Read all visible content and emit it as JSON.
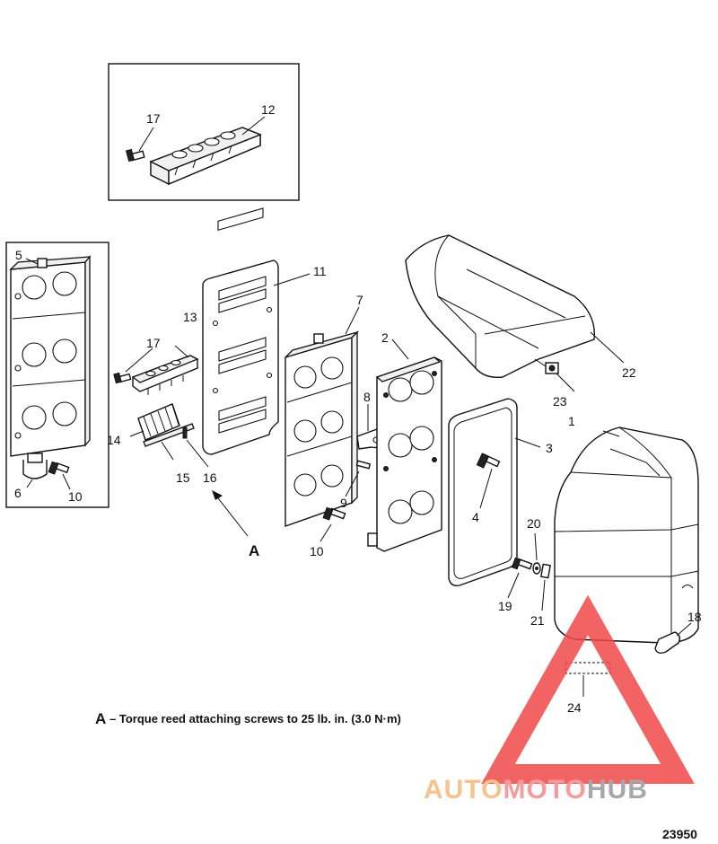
{
  "callouts": {
    "c1": "1",
    "c2": "2",
    "c3": "3",
    "c4": "4",
    "c5": "5",
    "c6": "6",
    "c7": "7",
    "c8": "8",
    "c9": "9",
    "c10a": "10",
    "c10b": "10",
    "c11": "11",
    "c12": "12",
    "c13": "13",
    "c14": "14",
    "c15": "15",
    "c16": "16",
    "c17a": "17",
    "c17b": "17",
    "c18": "18",
    "c19": "19",
    "c20": "20",
    "c21": "21",
    "c22": "22",
    "c23": "23",
    "c24": "24"
  },
  "detail_marker": "A",
  "note": {
    "marker": "A",
    "text": "– Torque reed attaching screws to 25 lb. in. (3.0 N·m)"
  },
  "figure_number": "23950",
  "watermark": {
    "text": "AUTOMOTOHUB",
    "part1": "AUTO",
    "part2": "MOTO",
    "part3": "HUB",
    "colors": {
      "auto": "#f5b87a",
      "moto": "#f28b8b",
      "hub": "#9a9a9a",
      "triangle": "#f04848"
    }
  }
}
